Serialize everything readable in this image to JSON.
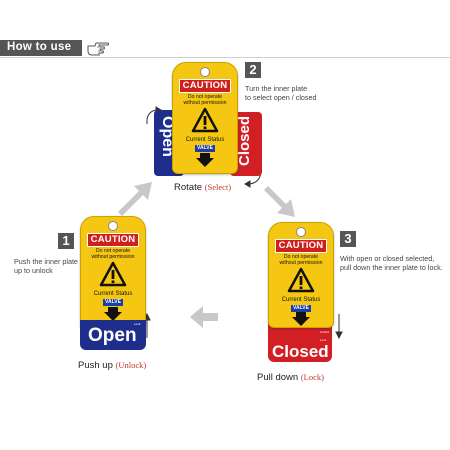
{
  "header": {
    "title": "How to use",
    "icon": "pointing-hand-icon"
  },
  "steps": [
    {
      "number": "1",
      "description": [
        "Push the inner plate",
        "up to unlock"
      ],
      "caption": "Push up",
      "caption_accent": "(Unlock)",
      "plate_word": "Open",
      "plate_small": "Lock"
    },
    {
      "number": "2",
      "description": [
        "Turn the inner plate",
        "to select open / closed"
      ],
      "caption": "Rotate",
      "caption_accent": "(Select)"
    },
    {
      "number": "3",
      "description": [
        "With open or closed selected,",
        "pull down the inner plate to lock."
      ],
      "caption": "Pull down",
      "caption_accent": "(Lock)",
      "plate_word": "Closed",
      "plate_small_1": "Unlock",
      "plate_small_2": "Lock"
    }
  ],
  "tag": {
    "caution": "CAUTION",
    "warning": [
      "Do not operate",
      "without permission"
    ],
    "status": "Current Status",
    "valve": "VALVE",
    "open_word": "Open",
    "closed_word": "Closed"
  },
  "colors": {
    "yellow": "#f6c712",
    "red": "#d21f26",
    "blue": "#1f2e8c",
    "badge": "#555555",
    "arrow": "#c8c8c8",
    "accent_text": "#c0392b"
  }
}
